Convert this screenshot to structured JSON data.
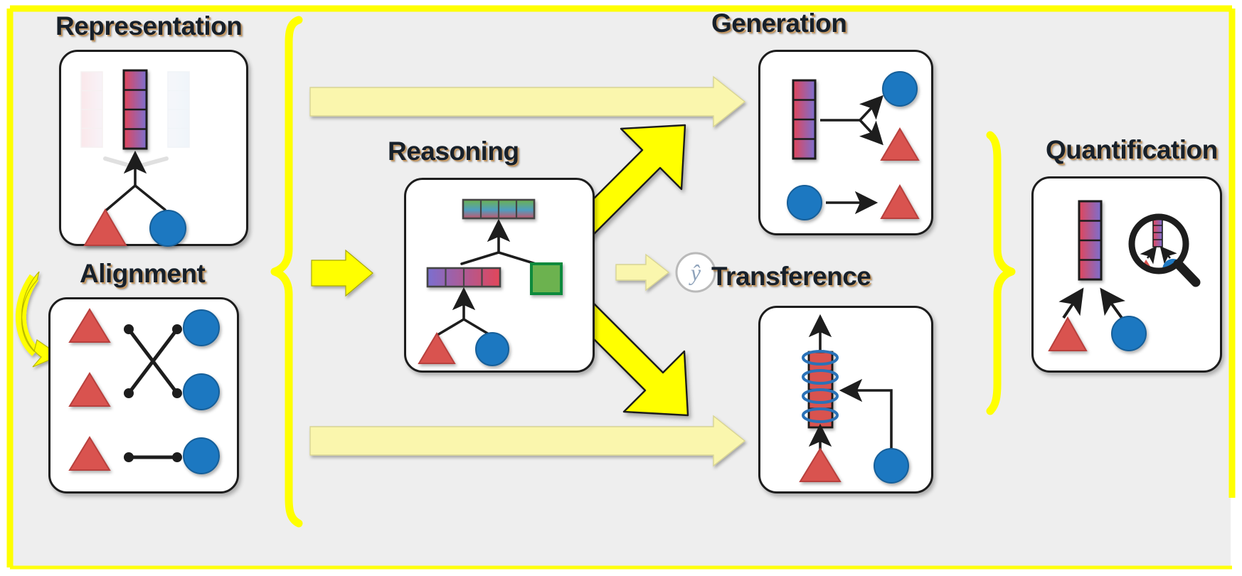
{
  "figure": {
    "type": "conceptual-pipeline-diagram",
    "background_color": "#eeeeee",
    "accent_color": "#ffff00",
    "title_shadow_color": "#d6892e"
  },
  "panels": [
    {
      "id": "representation",
      "title": "Representation",
      "contents": {
        "vectors": [
          {
            "name": "faded-red-vector",
            "cells": 4,
            "opacity": 0.18,
            "color": "#e8505b"
          },
          {
            "name": "highlighted-gradient-vector",
            "cells": 4,
            "color_start": "#e2465a",
            "color_end": "#7b6fd0",
            "highlighted": true
          },
          {
            "name": "faded-blue-vector",
            "cells": 4,
            "opacity": 0.18,
            "color": "#3b8fd4"
          }
        ],
        "shapes": [
          {
            "name": "triangle",
            "color": "#d9534f"
          },
          {
            "name": "circle",
            "color": "#1f78c1"
          }
        ],
        "edges": "merge-up-arrow"
      }
    },
    {
      "id": "alignment",
      "title": "Alignment",
      "contents": {
        "rows": 3,
        "left_shapes": [
          "triangle",
          "triangle",
          "triangle"
        ],
        "right_shapes": [
          "circle",
          "circle",
          "circle"
        ],
        "links": [
          "cross",
          "cross",
          "straight"
        ],
        "triangle_color": "#d9534f",
        "circle_color": "#1f78c1"
      }
    },
    {
      "id": "reasoning",
      "title": "Reasoning",
      "contents": {
        "vectors": [
          {
            "name": "top-green-blue-vector",
            "cells": 4,
            "color_start": "#5fa94c",
            "color_end": "#3b8fd4",
            "orientation": "horizontal"
          },
          {
            "name": "mid-red-purple-vector",
            "cells": 4,
            "color_start": "#7b6fd0",
            "color_end": "#e2465a",
            "orientation": "horizontal"
          }
        ],
        "green_square": {
          "name": "green-square",
          "fill": "#6cb24f",
          "stroke": "#108a3e"
        },
        "shapes": [
          {
            "name": "triangle",
            "color": "#d9534f"
          },
          {
            "name": "circle",
            "color": "#1f78c1"
          }
        ]
      }
    },
    {
      "id": "generation",
      "title": "Generation",
      "contents": {
        "vector": {
          "name": "red-purple-vector",
          "cells": 4,
          "color_start": "#e2465a",
          "color_end": "#7b6fd0",
          "orientation": "vertical"
        },
        "top_group": {
          "targets": [
            "circle",
            "triangle"
          ],
          "edge": "split-two-arrows"
        },
        "bottom_group": {
          "source": "circle",
          "target": "triangle",
          "edge": "single-arrow"
        }
      }
    },
    {
      "id": "transference",
      "title": "Transference",
      "contents": {
        "coil_vector": {
          "name": "red-coiled-vector",
          "cells": 4,
          "color": "#d9534f",
          "coil_color": "#2a72b8",
          "coils": 4
        },
        "arrows": [
          "up-out",
          "up-in",
          "side-feedback"
        ],
        "shapes": [
          {
            "name": "triangle",
            "color": "#d9534f"
          },
          {
            "name": "circle",
            "color": "#1f78c1"
          }
        ]
      }
    },
    {
      "id": "quantification",
      "title": "Quantification",
      "contents": {
        "vector": {
          "name": "red-purple-vector",
          "cells": 4,
          "color_start": "#e2465a",
          "color_end": "#7b6fd0",
          "orientation": "vertical"
        },
        "magnifier": {
          "name": "magnifying-glass-icon",
          "inspects": "vector-and-shapes"
        },
        "shapes": [
          {
            "name": "triangle",
            "color": "#d9534f"
          },
          {
            "name": "circle",
            "color": "#1f78c1"
          }
        ],
        "edges": "two-arrows-up"
      }
    }
  ],
  "connectors": {
    "loop_arrow": {
      "name": "representation-to-alignment-loop",
      "color": "#ffff00",
      "shape": "curved-down-arrow"
    },
    "left_brace": {
      "name": "input-brace",
      "color": "#ffff00"
    },
    "right_brace": {
      "name": "output-brace",
      "color": "#ffff00"
    },
    "input_arrow": {
      "name": "brace-to-reasoning-arrow",
      "color": "#ffff00",
      "direction": "right"
    },
    "pale_arrow_top": {
      "name": "representation-to-generation-pale-arrow",
      "color": "#faf6ad",
      "direction": "right"
    },
    "pale_arrow_bottom": {
      "name": "alignment-to-transference-pale-arrow",
      "color": "#faf6ad",
      "direction": "right"
    },
    "pale_arrow_yhat": {
      "name": "reasoning-to-yhat-pale-arrow",
      "color": "#faf6ad",
      "direction": "right"
    },
    "up_right_arrow": {
      "name": "reasoning-to-generation-arrow",
      "color": "#ffff00",
      "direction": "up-right"
    },
    "down_right_arrow": {
      "name": "reasoning-to-transference-arrow",
      "color": "#ffff00",
      "direction": "down-right"
    }
  },
  "labels": {
    "prediction_node": "ŷ"
  },
  "colors": {
    "yellow": "#ffff00",
    "pale_yellow": "#faf6ad",
    "triangle_red": "#d9534f",
    "circle_blue": "#1f78c1",
    "vector_red": "#e2465a",
    "vector_purple": "#7b6fd0",
    "vector_green": "#6cb24f",
    "outline_dark": "#1d1d1d",
    "panel_bg": "#ffffff",
    "canvas_bg": "#eeeeee"
  }
}
